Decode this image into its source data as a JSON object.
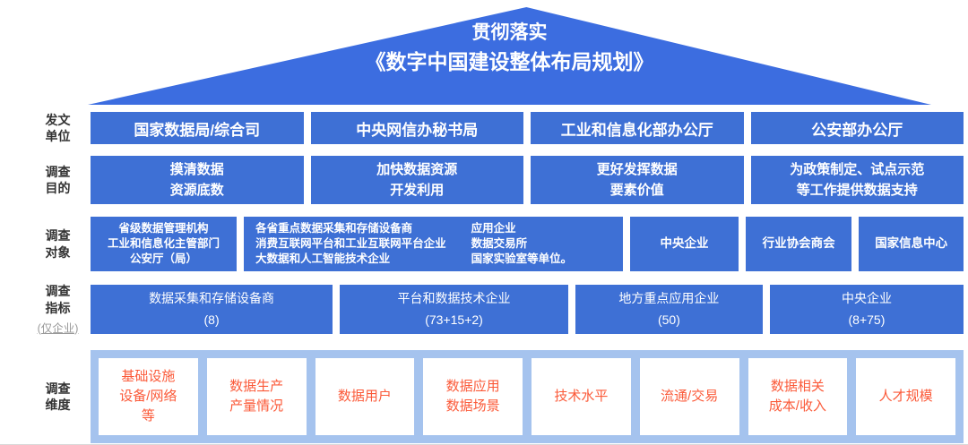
{
  "colors": {
    "primary_blue": "#3e70d5",
    "roof_blue": "#3c6de0",
    "light_blue_band": "#a5c3ee",
    "dimension_orange": "#fb5a39",
    "label_dark": "#333333",
    "sublabel_gray": "#9a9a9a"
  },
  "roof": {
    "line1": "贯彻落实",
    "line2": "《数字中国建设整体布局规划》"
  },
  "rows": {
    "issuing": {
      "label": "发文\n单位",
      "boxes": [
        "国家数据局/综合司",
        "中央网信办秘书局",
        "工业和信息化部办公厅",
        "公安部办公厅"
      ]
    },
    "purpose": {
      "label": "调查\n目的",
      "boxes": [
        "摸清数据\n资源底数",
        "加快数据资源\n开发利用",
        "更好发挥数据\n要素价值",
        "为政策制定、试点示范\n等工作提供数据支持"
      ]
    },
    "targets": {
      "label": "调查\n对象",
      "gov_box": "省级数据管理机构\n工业和信息化主管部门\n公安厅（局）",
      "enterprise_box_left": "各省重点数据采集和存储设备商\n消费互联网平台和工业互联网平台企业\n大数据和人工智能技术企业",
      "enterprise_box_right": "应用企业\n数据交易所\n国家实验室等单位。",
      "central_box": "中央企业",
      "association_box": "行业协会商会",
      "info_center_box": "国家信息中心"
    },
    "indicators": {
      "label": "调查\n指标",
      "sublabel": "(仅企业)",
      "boxes": [
        "数据采集和存储设备商\n(8)",
        "平台和数据技术企业\n(73+15+2)",
        "地方重点应用企业\n(50)",
        "中央企业\n(8+75)"
      ]
    },
    "dimensions": {
      "label": "调查\n维度",
      "boxes": [
        "基础设施\n设备/网络\n等",
        "数据生产\n产量情况",
        "数据用户",
        "数据应用\n数据场景",
        "技术水平",
        "流通/交易",
        "数据相关\n成本/收入",
        "人才规模"
      ]
    }
  }
}
